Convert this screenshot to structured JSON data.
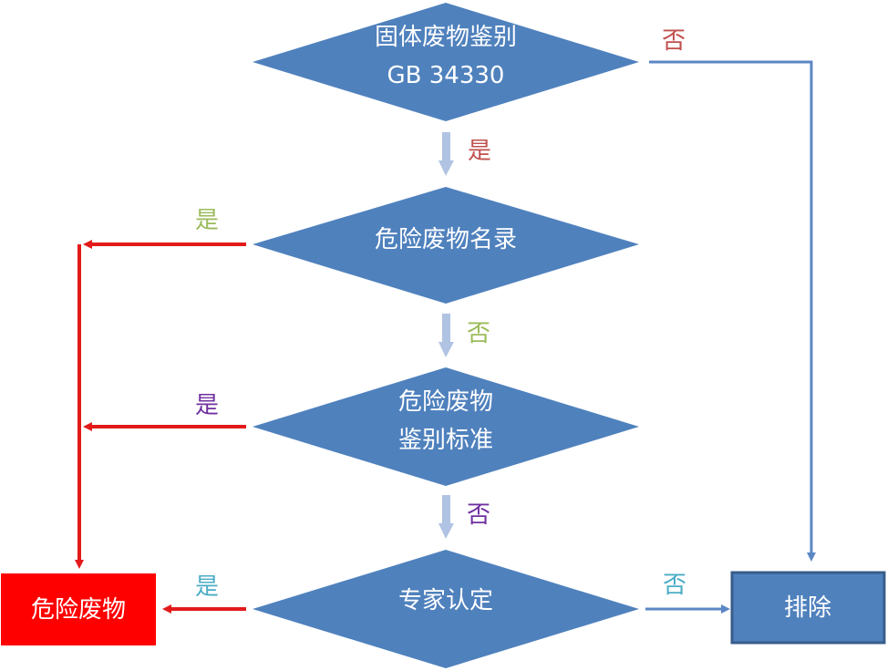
{
  "nodes": {
    "d1": {
      "line1": "固体废物鉴别",
      "line2": "GB 34330"
    },
    "d2": {
      "line1": "危险废物名录"
    },
    "d3": {
      "line1": "危险废物",
      "line2": "鉴别标准"
    },
    "d4": {
      "line1": "专家认定"
    },
    "hazardous": {
      "label": "危险废物"
    },
    "excluded": {
      "label": "排除"
    }
  },
  "edges": {
    "d1_yes": "是",
    "d1_no": "否",
    "d2_yes": "是",
    "d2_no": "否",
    "d3_yes": "是",
    "d3_no": "否",
    "d4_yes": "是",
    "d4_no": "否"
  },
  "colors": {
    "diamond_fill": "#4f81bd",
    "box_fill": "#4f81bd",
    "box_border": "#385d8a",
    "red": "#e31a1a",
    "blue_arrow": "#5b87c5",
    "down_arrow": "#b0c3e2",
    "label_red": "#c0504d",
    "label_green": "#9bbb59",
    "label_purple": "#7030a0",
    "label_teal": "#4bacc6"
  }
}
